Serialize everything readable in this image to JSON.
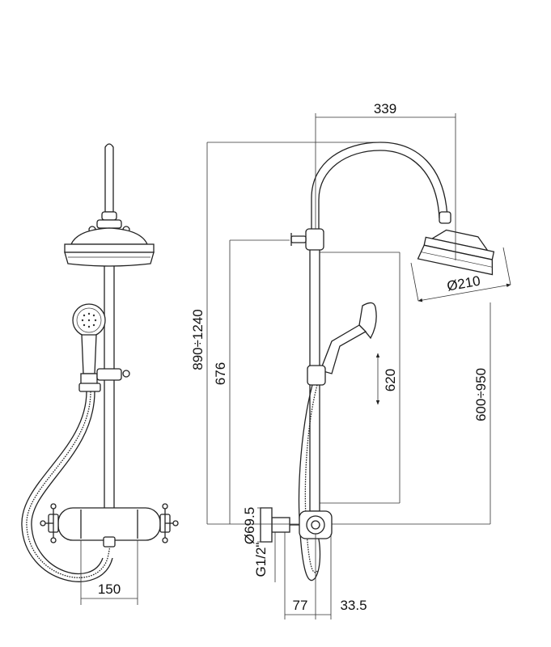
{
  "dimensions": {
    "front_width": "150",
    "top_reach": "339",
    "total_height": "890÷1240",
    "bar_height": "676",
    "handshower_travel": "620",
    "head_height": "600÷950",
    "head_diameter": "Ø210",
    "flange_diameter": "Ø69.5",
    "connection_thread": "G1/2\"",
    "wall_offset_a": "77",
    "wall_offset_b": "33.5"
  }
}
